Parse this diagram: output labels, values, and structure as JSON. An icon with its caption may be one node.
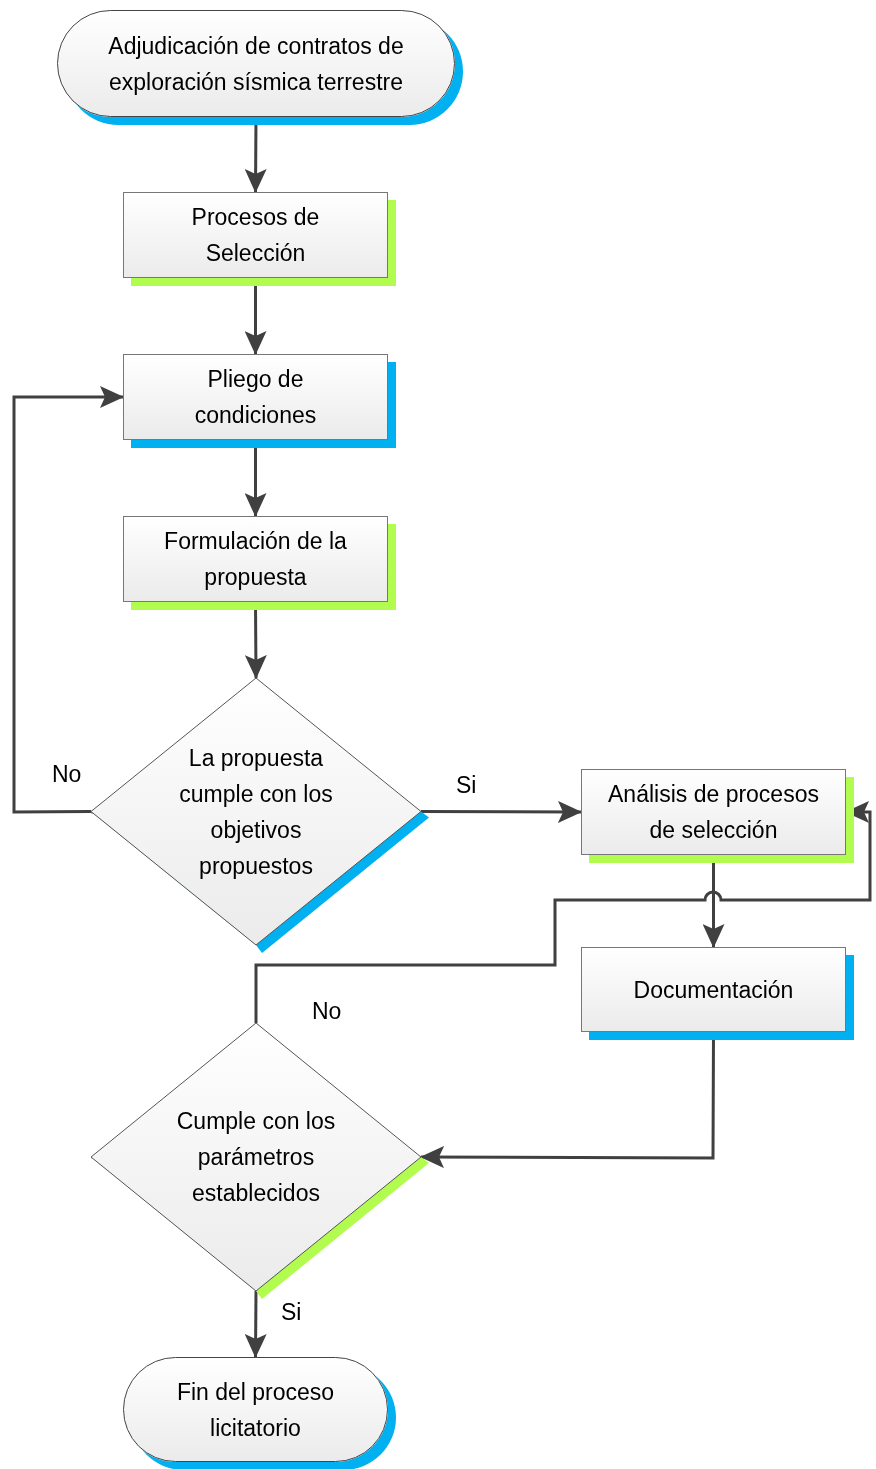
{
  "diagram": {
    "nodes": [
      {
        "text": [
          "Adjudicación de contratos de exploración sísmica terrestre"
        ]
      },
      {
        "text": [
          "Procesos de Selección"
        ]
      },
      {
        "text": [
          "Pliego de condiciones"
        ]
      },
      {
        "text": [
          "Formulación de la propuesta"
        ]
      },
      {
        "text": [
          "La propuesta cumple con los objetivos propuestos"
        ]
      },
      {
        "text": [
          "Análisis de procesos de selección"
        ]
      },
      {
        "text": [
          "Documentación"
        ]
      },
      {
        "text": [
          "Cumple con los parámetros establecidos"
        ]
      },
      {
        "text": [
          "Fin del proceso licitatorio"
        ]
      }
    ],
    "edges": [
      {
        "from": 0,
        "to": 1,
        "arrow": "to"
      },
      {
        "from": 1,
        "to": 2,
        "arrow": "to"
      },
      {
        "from": 2,
        "to": 3,
        "arrow": "to"
      },
      {
        "from": 3,
        "to": 4,
        "arrow": "to"
      },
      {
        "from": 4,
        "to": 2,
        "arrow": "to",
        "label": "No"
      },
      {
        "from": 4,
        "to": 5,
        "arrow": "to",
        "label": "Si"
      },
      {
        "from": 5,
        "to": 6,
        "arrow": "to"
      },
      {
        "from": 6,
        "to": 7,
        "arrow": "to"
      },
      {
        "from": 7,
        "to": 5,
        "arrow": "to",
        "label": "No"
      },
      {
        "from": 7,
        "to": 8,
        "arrow": "to",
        "label": "Si"
      }
    ]
  }
}
